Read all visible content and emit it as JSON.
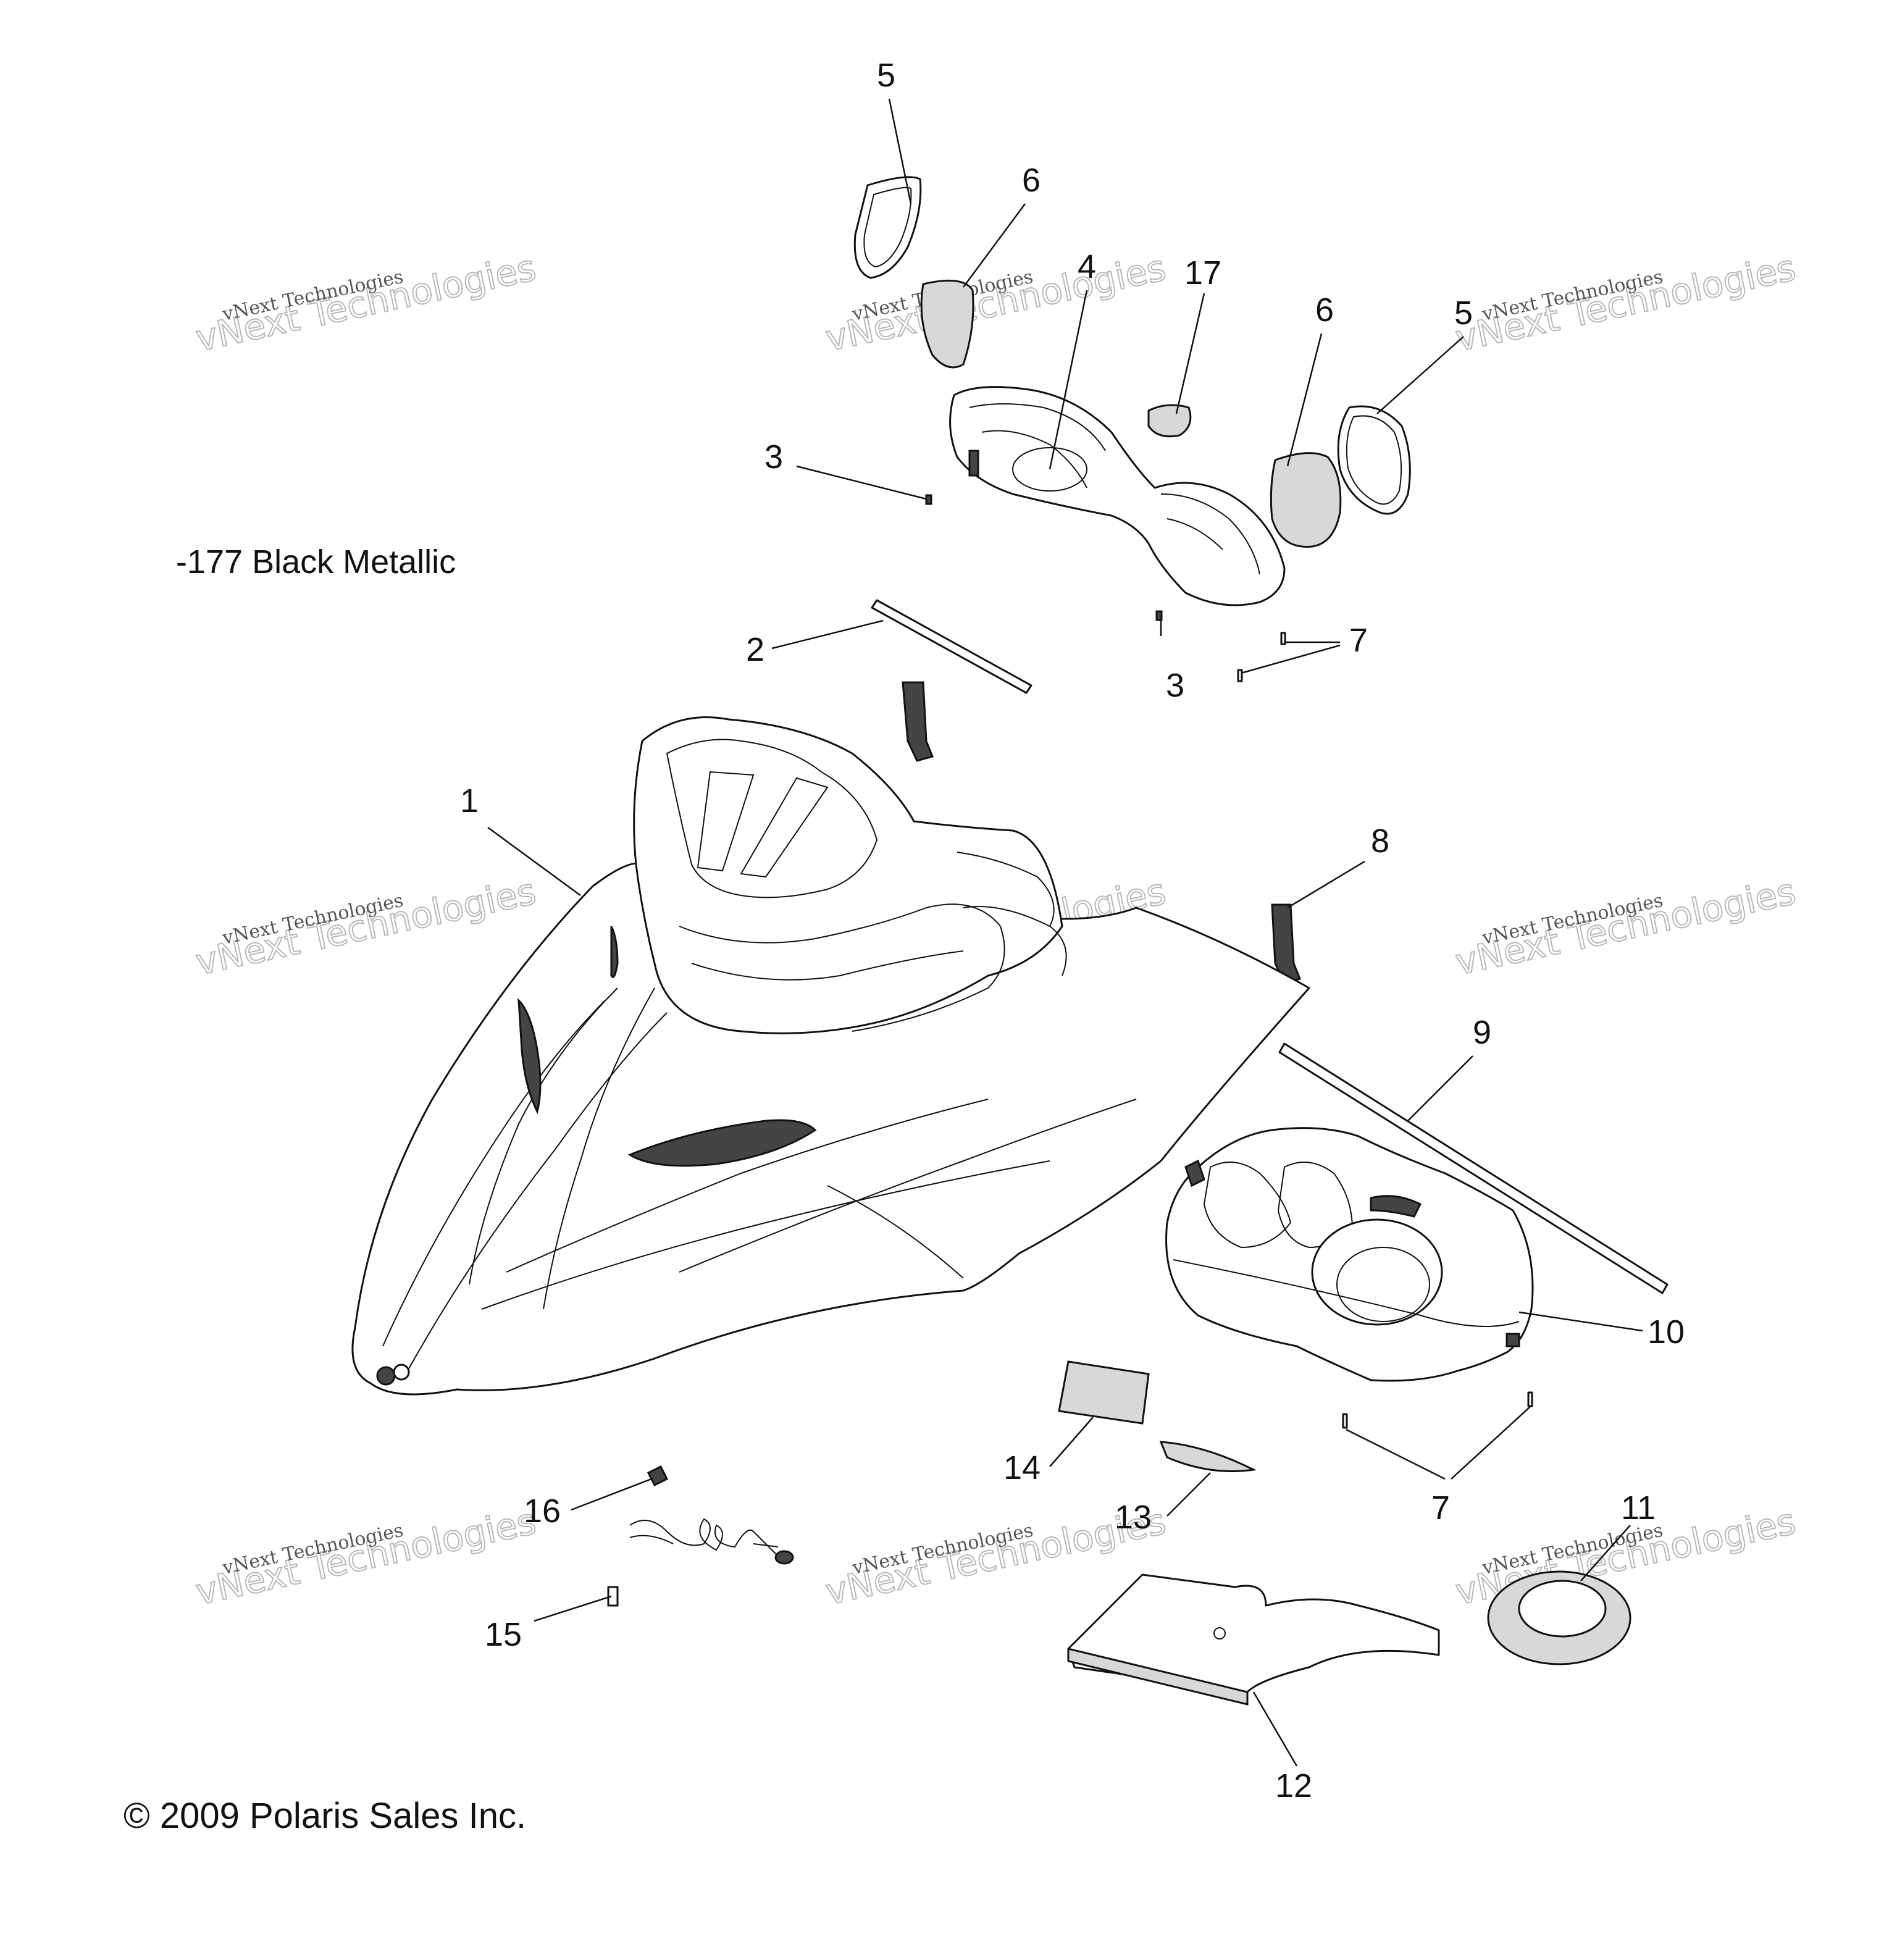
{
  "diagram": {
    "caption": "-177  Black Metallic",
    "copyright": "© 2009 Polaris Sales Inc.",
    "watermark": {
      "line1": "vNext Technologies",
      "line2": "vNext Technologies"
    },
    "callouts": [
      {
        "id": "c5a",
        "label": "5"
      },
      {
        "id": "c6a",
        "label": "6"
      },
      {
        "id": "c4",
        "label": "4"
      },
      {
        "id": "c17",
        "label": "17"
      },
      {
        "id": "c6b",
        "label": "6"
      },
      {
        "id": "c5b",
        "label": "5"
      },
      {
        "id": "c3a",
        "label": "3"
      },
      {
        "id": "c2",
        "label": "2"
      },
      {
        "id": "c3b",
        "label": "3"
      },
      {
        "id": "c7a",
        "label": "7"
      },
      {
        "id": "c1",
        "label": "1"
      },
      {
        "id": "c8",
        "label": "8"
      },
      {
        "id": "c9",
        "label": "9"
      },
      {
        "id": "c10",
        "label": "10"
      },
      {
        "id": "c14",
        "label": "14"
      },
      {
        "id": "c13",
        "label": "13"
      },
      {
        "id": "c7b",
        "label": "7"
      },
      {
        "id": "c16",
        "label": "16"
      },
      {
        "id": "c11",
        "label": "11"
      },
      {
        "id": "c15",
        "label": "15"
      },
      {
        "id": "c12",
        "label": "12"
      }
    ]
  }
}
